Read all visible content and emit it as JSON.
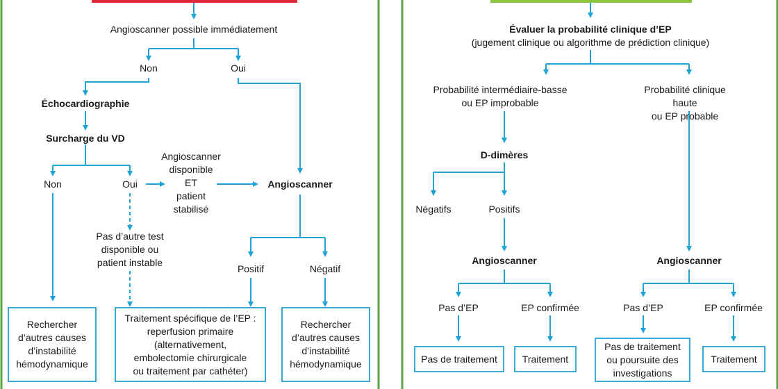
{
  "colors": {
    "flow": "#1ea3d6",
    "panel_border": "#5ca545",
    "red_tab": "#e02a3a",
    "green_tab": "#8cc63f",
    "box_border": "#3aa9d6"
  },
  "left": {
    "ct_possible": "Angioscanner possible immédiatement",
    "no": "Non",
    "yes": "Oui",
    "echo": "Échocardiographie",
    "rv_overload": "Surcharge du VD",
    "no2": "Non",
    "yes2": "Oui",
    "ct_available": "Angioscanner\ndisponible\nET\npatient\nstabilisé",
    "ct": "Angioscanner",
    "no_other_test": "Pas d’autre test\ndisponible ou\npatient instable",
    "positive": "Positif",
    "negative": "Négatif",
    "box_search_1": "Rechercher\nd’autres causes\nd’instabilité\nhémodynamique",
    "box_treatment": "Traitement spécifique de l’EP :\nreperfusion primaire\n(alternativement,\nembolectomie chirurgicale\nou traitement par cathéter)",
    "box_search_2": "Rechercher\nd’autres causes\nd’instabilité\nhémodynamique"
  },
  "right": {
    "assess_title": "Évaluer la probabilité clinique d’EP",
    "assess_sub": "(jugement clinique ou algorithme de prédiction clinique)",
    "prob_low": "Probabilité intermédiaire-basse\nou EP improbable",
    "prob_high": "Probabilité clinique haute\nou EP probable",
    "ddimers": "D-dimères",
    "negatives": "Négatifs",
    "positives": "Positifs",
    "ct_a": "Angioscanner",
    "ct_b": "Angioscanner",
    "no_pe_a": "Pas d’EP",
    "pe_confirmed_a": "EP confirmée",
    "no_pe_b": "Pas d’EP",
    "pe_confirmed_b": "EP confirmée",
    "box_no_treatment": "Pas de traitement",
    "box_treatment_a": "Traitement",
    "box_no_treatment_or_continue": "Pas de traitement\nou poursuite des\ninvestigations",
    "box_treatment_b": "Traitement"
  }
}
